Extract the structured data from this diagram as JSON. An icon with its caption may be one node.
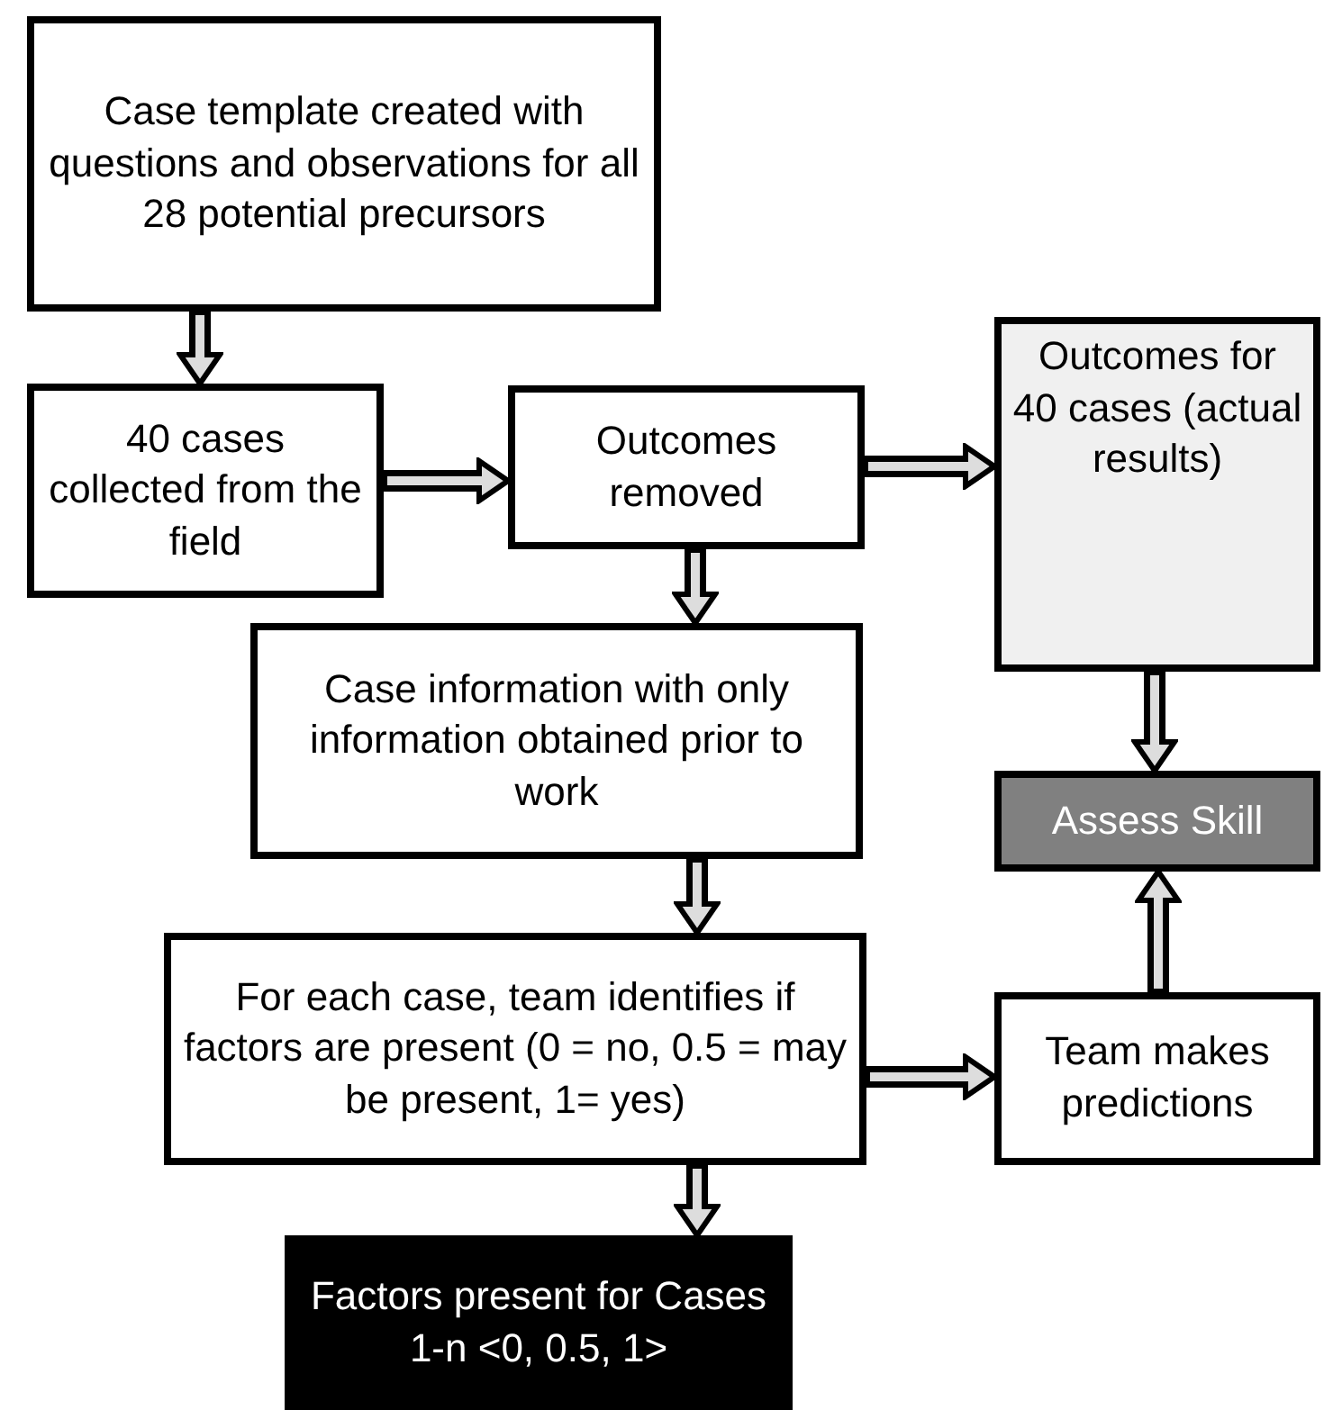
{
  "diagram": {
    "nodes": [
      {
        "text": [
          "Case template created with questions and observations for all 28 potential precursors"
        ]
      },
      {
        "text": [
          "40 cases collected from the field"
        ]
      },
      {
        "text": [
          "Outcomes removed"
        ]
      },
      {
        "text": [
          "Outcomes for 40 cases (actual results)"
        ]
      },
      {
        "text": [
          "Case information with only information obtained prior to work"
        ]
      },
      {
        "text": [
          "Assess Skill"
        ]
      },
      {
        "text": [
          "For each case, team identifies if factors are present (0 = no, 0.5 = may be present, 1= yes)"
        ]
      },
      {
        "text": [
          "Team makes predictions"
        ]
      },
      {
        "text": [
          "Factors present for Cases 1-n <0, 0.5, 1>"
        ]
      }
    ],
    "edges": [
      {
        "from": 0,
        "to": 1,
        "arrow": "to"
      },
      {
        "from": 1,
        "to": 2,
        "arrow": "to"
      },
      {
        "from": 2,
        "to": 3,
        "arrow": "to"
      },
      {
        "from": 2,
        "to": 4,
        "arrow": "to"
      },
      {
        "from": 3,
        "to": 5,
        "arrow": "to"
      },
      {
        "from": 4,
        "to": 6,
        "arrow": "to"
      },
      {
        "from": 6,
        "to": 7,
        "arrow": "to"
      },
      {
        "from": 7,
        "to": 5,
        "arrow": "to"
      },
      {
        "from": 6,
        "to": 8,
        "arrow": "to"
      }
    ]
  }
}
